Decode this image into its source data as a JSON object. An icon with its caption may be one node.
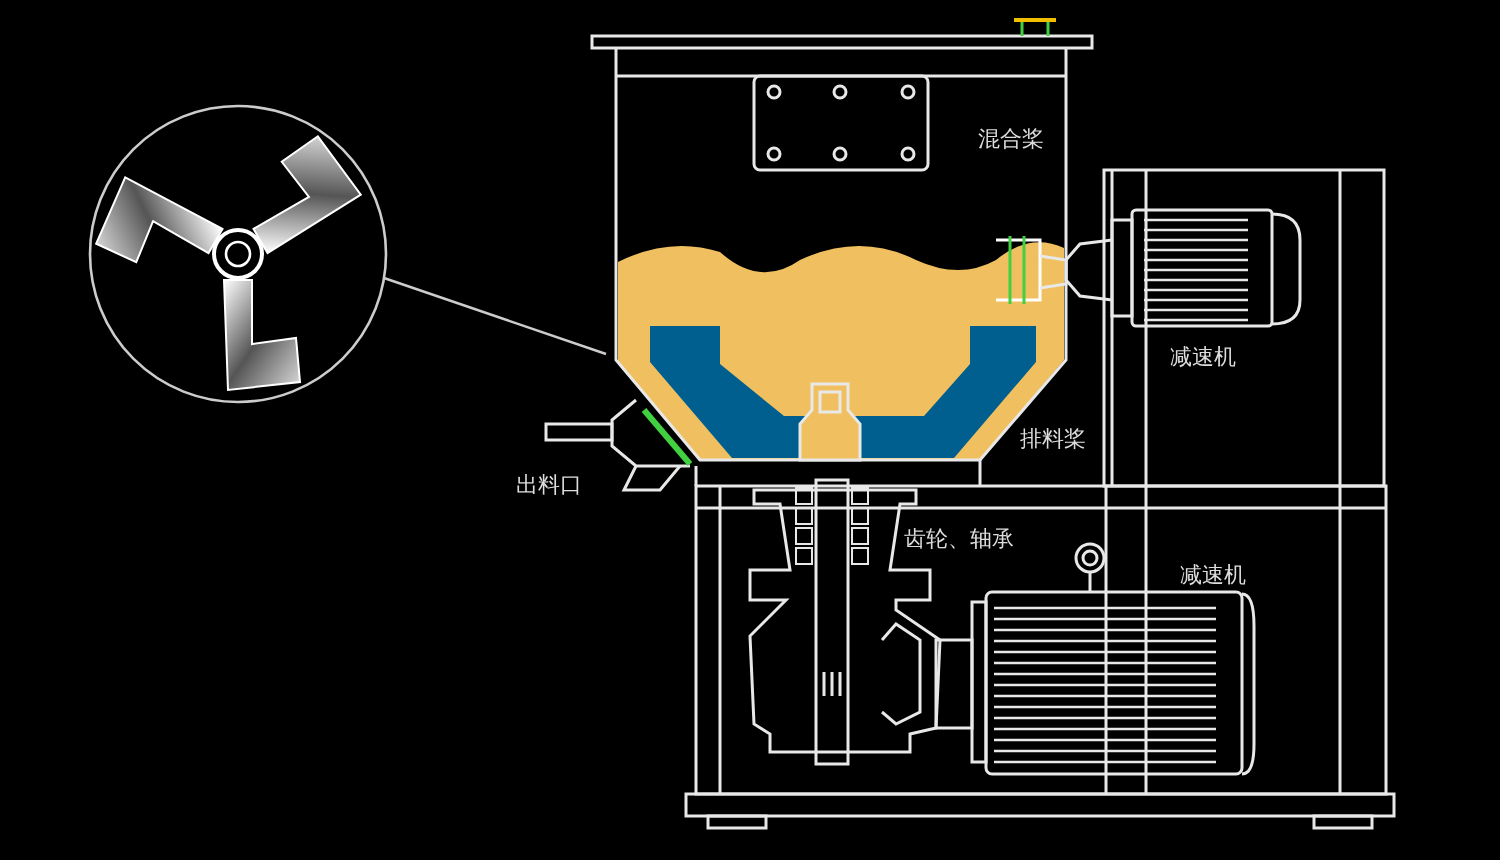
{
  "diagram": {
    "nodes": [
      {
        "text": [],
        "shape": "picture"
      },
      {
        "text": [],
        "shape": "picture"
      }
    ],
    "edges": [
      {
        "from": 0,
        "to": 1,
        "arrow": "none"
      }
    ],
    "labels": [
      "混合桨",
      "减速机",
      "排料桨",
      "出料口",
      "齿轮、轴承",
      "减速机"
    ]
  }
}
